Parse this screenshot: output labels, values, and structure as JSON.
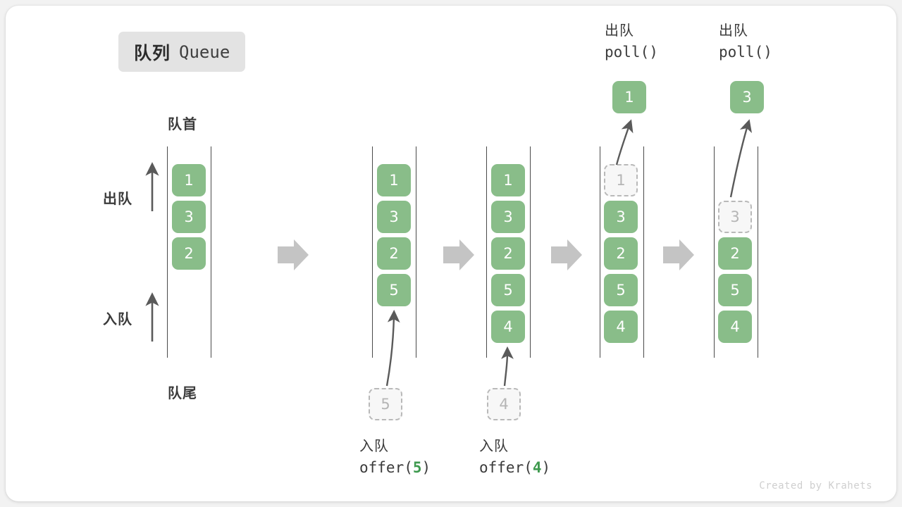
{
  "title": {
    "cn": "队列",
    "en": "Queue"
  },
  "labels": {
    "head": "队首",
    "tail": "队尾",
    "dequeue": "出队",
    "enqueue": "入队"
  },
  "credit": "Created by Krahets",
  "colors": {
    "element_green": "#89bd89",
    "ghost_fill": "#f7f7f7",
    "ghost_border": "#b9b9b9",
    "rail": "#4a4a4a",
    "arrow_gray": "#c4c4c4",
    "text_dark": "#3b3b3b",
    "badge_bg": "#e3e3e3",
    "accent_green_text": "#3f9a4f"
  },
  "operations": [
    {
      "id": "offer5",
      "cn": "入队",
      "fn": "offer(",
      "arg": "5",
      "close": ")"
    },
    {
      "id": "offer4",
      "cn": "入队",
      "fn": "offer(",
      "arg": "4",
      "close": ")"
    },
    {
      "id": "poll1",
      "cn": "出队",
      "fn": "poll(",
      "arg": "",
      "close": ")"
    },
    {
      "id": "poll2",
      "cn": "出队",
      "fn": "poll(",
      "arg": "",
      "close": ")"
    }
  ],
  "stages": [
    {
      "id": "stage-initial",
      "caption": "",
      "slots": [
        {
          "value": "1",
          "state": "filled"
        },
        {
          "value": "3",
          "state": "filled"
        },
        {
          "value": "2",
          "state": "filled"
        }
      ],
      "incoming": null,
      "outgoing": null
    },
    {
      "id": "stage-after-offer-5",
      "caption": "入队 offer(5)",
      "slots": [
        {
          "value": "1",
          "state": "filled"
        },
        {
          "value": "3",
          "state": "filled"
        },
        {
          "value": "2",
          "state": "filled"
        },
        {
          "value": "5",
          "state": "filled"
        }
      ],
      "incoming": {
        "value": "5",
        "state": "ghost"
      },
      "outgoing": null
    },
    {
      "id": "stage-after-offer-4",
      "caption": "入队 offer(4)",
      "slots": [
        {
          "value": "1",
          "state": "filled"
        },
        {
          "value": "3",
          "state": "filled"
        },
        {
          "value": "2",
          "state": "filled"
        },
        {
          "value": "5",
          "state": "filled"
        },
        {
          "value": "4",
          "state": "filled"
        }
      ],
      "incoming": {
        "value": "4",
        "state": "ghost"
      },
      "outgoing": null
    },
    {
      "id": "stage-after-poll-1",
      "caption": "出队 poll()",
      "slots": [
        {
          "value": "1",
          "state": "ghost"
        },
        {
          "value": "3",
          "state": "filled"
        },
        {
          "value": "2",
          "state": "filled"
        },
        {
          "value": "5",
          "state": "filled"
        },
        {
          "value": "4",
          "state": "filled"
        }
      ],
      "incoming": null,
      "outgoing": {
        "value": "1",
        "state": "filled"
      }
    },
    {
      "id": "stage-after-poll-3",
      "caption": "出队 poll()",
      "slots": [
        {
          "value": "",
          "state": "empty"
        },
        {
          "value": "3",
          "state": "ghost"
        },
        {
          "value": "2",
          "state": "filled"
        },
        {
          "value": "5",
          "state": "filled"
        },
        {
          "value": "4",
          "state": "filled"
        }
      ],
      "incoming": null,
      "outgoing": {
        "value": "3",
        "state": "filled"
      }
    }
  ],
  "boxes": {
    "c1_1": "1",
    "c1_3": "3",
    "c1_2": "2",
    "c2_1": "1",
    "c2_3": "3",
    "c2_2": "2",
    "c2_5": "5",
    "c2_ghost": "5",
    "c3_1": "1",
    "c3_3": "3",
    "c3_2": "2",
    "c3_5": "5",
    "c3_4": "4",
    "c3_ghost": "4",
    "c4_ghost": "1",
    "c4_3": "3",
    "c4_2": "2",
    "c4_5": "5",
    "c4_4": "4",
    "c4_out": "1",
    "c5_ghost": "3",
    "c5_2": "2",
    "c5_5": "5",
    "c5_4": "4",
    "c5_out": "3"
  }
}
